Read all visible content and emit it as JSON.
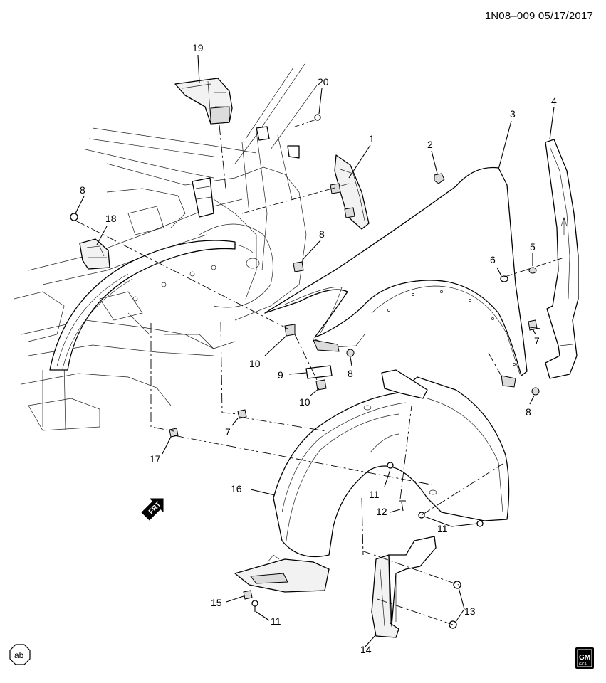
{
  "header": {
    "drawing_id": "1N08–009",
    "date": "05/17/2017"
  },
  "callouts": {
    "c1": "1",
    "c2": "2",
    "c3": "3",
    "c4": "4",
    "c5": "5",
    "c6": "6",
    "c7a": "7",
    "c7b": "7",
    "c8a": "8",
    "c8b": "8",
    "c8c": "8",
    "c8d": "8",
    "c9": "9",
    "c10a": "10",
    "c10b": "10",
    "c11a": "11",
    "c11b": "11",
    "c11c": "11",
    "c12": "12",
    "c13": "13",
    "c14": "14",
    "c15": "15",
    "c16": "16",
    "c17": "17",
    "c18": "18",
    "c19": "19",
    "c20": "20"
  },
  "front_indicator": {
    "label": "FRT",
    "icon": "front-arrow-icon"
  },
  "badges": {
    "ab": "ab",
    "gm": "GM",
    "gm_sub": "GCA"
  }
}
